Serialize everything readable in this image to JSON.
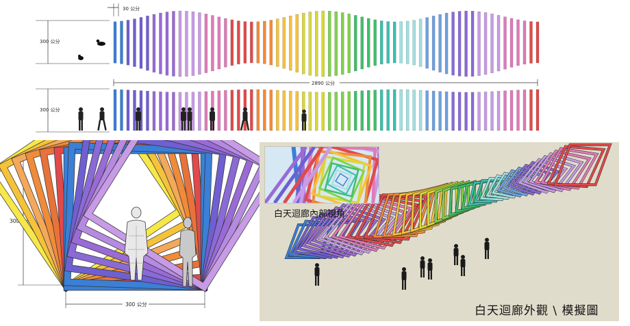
{
  "elevation": {
    "width_label": "30 公分",
    "height_label_top": "300 公分",
    "length_label": "2890 公分",
    "height_label_bottom": "300 公分"
  },
  "front_view": {
    "height_label": "300 公分",
    "width_label": "300 公分"
  },
  "render": {
    "inset_caption": "白天迴廊內部視角",
    "main_caption": "白天迴廊外觀 \\ 模擬圖"
  },
  "palette": [
    "#3b7fd6",
    "#6f5fd0",
    "#9a6ad6",
    "#c79be6",
    "#e07ab8",
    "#e04a4a",
    "#f08b3a",
    "#f5c23a",
    "#d8d838",
    "#7fd24a",
    "#3fbf6a",
    "#3bbfae",
    "#9fe0e0"
  ]
}
